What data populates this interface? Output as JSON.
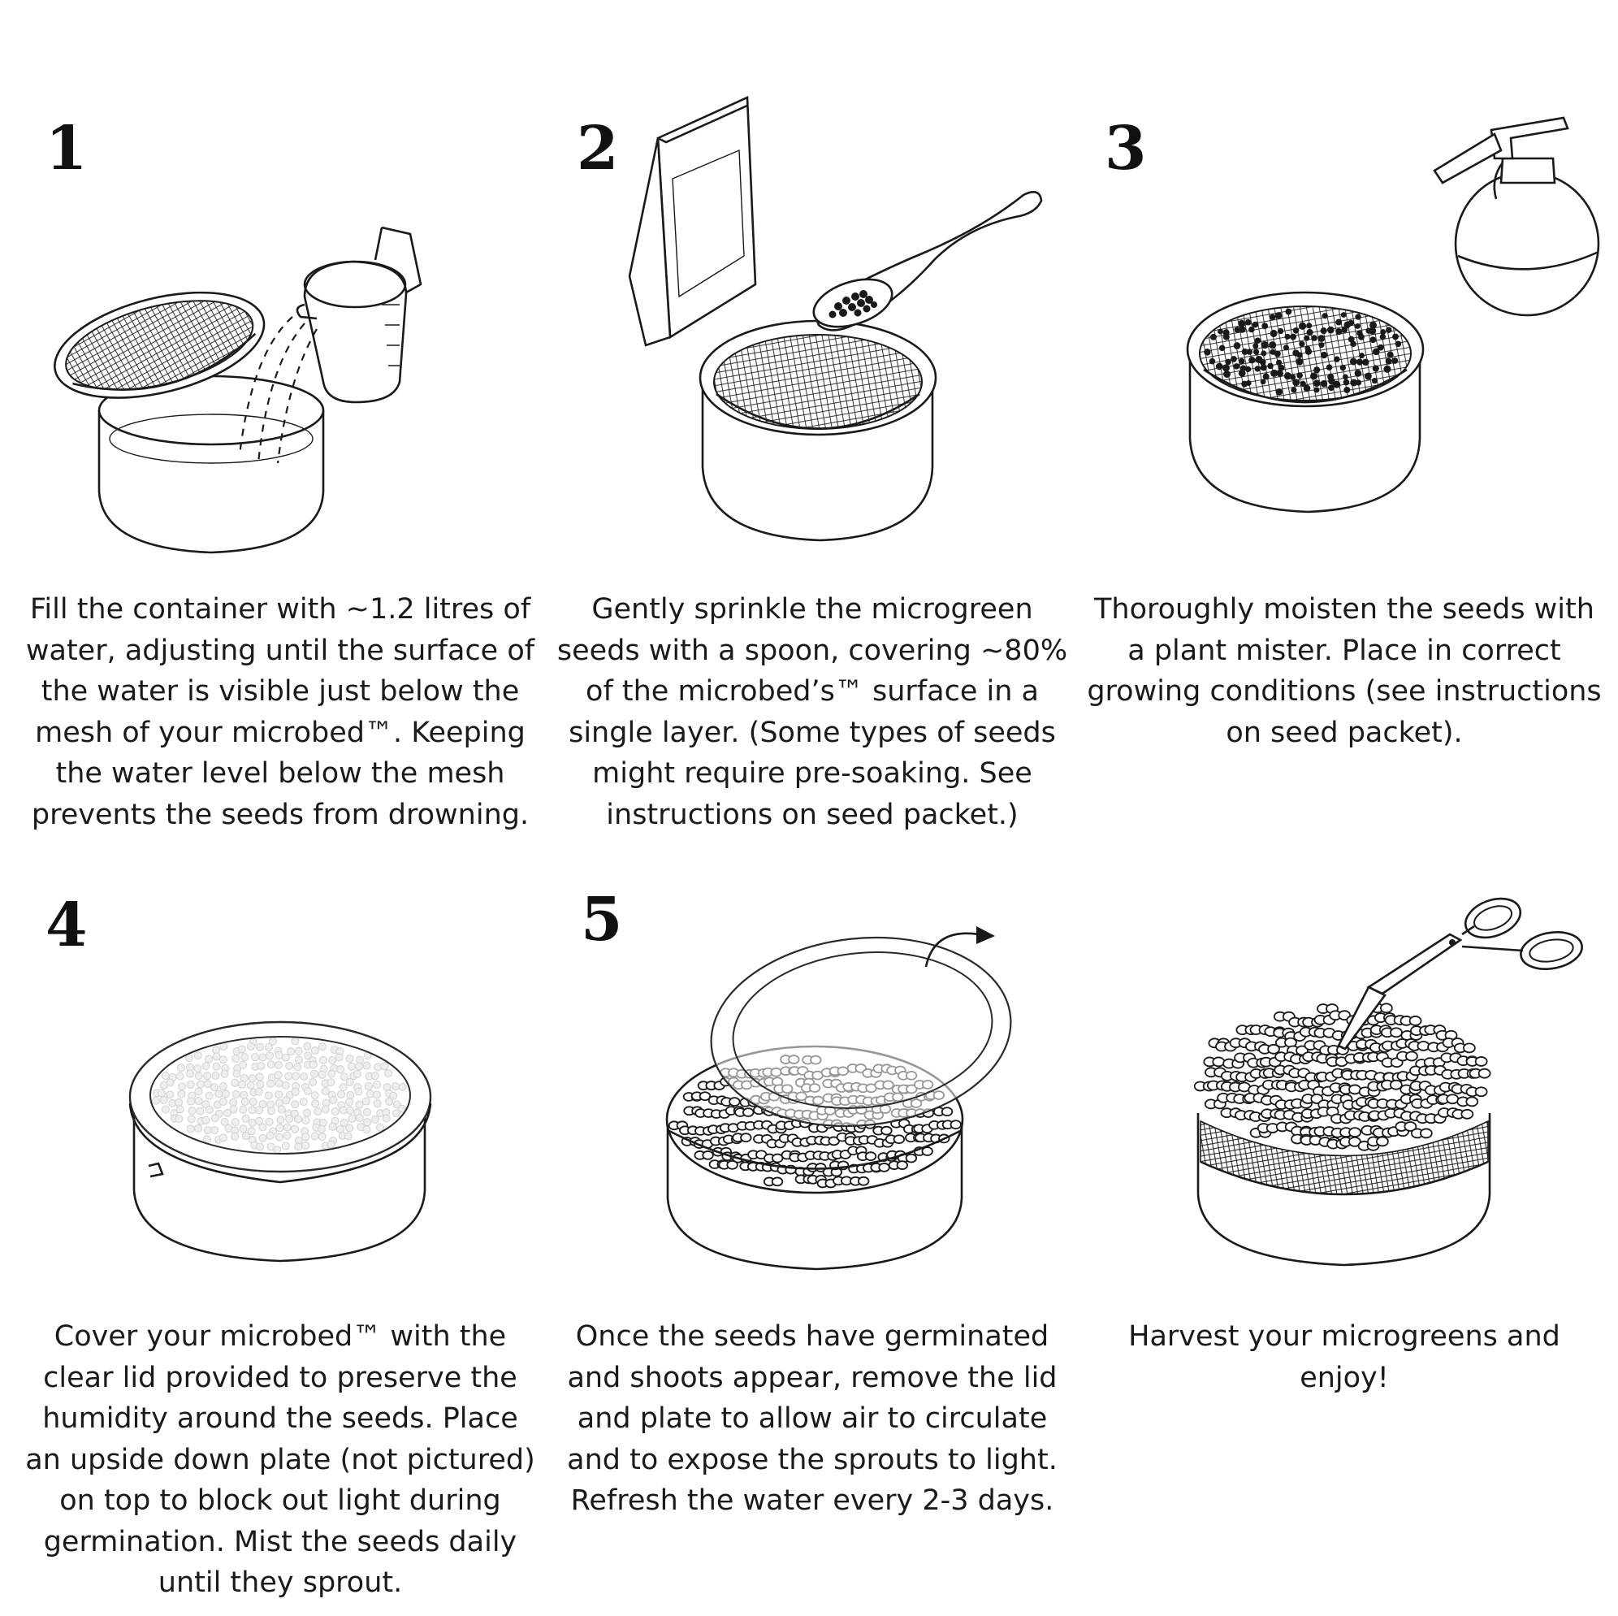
{
  "steps": [
    {
      "number": "1",
      "caption": "Fill the container with ~1.2 litres of water, adjusting until the surface of the water is visible just below the mesh of your microbed™. Keeping the water level below the mesh prevents the seeds from drowning."
    },
    {
      "number": "2",
      "caption": "Gently sprinkle the microgreen seeds with a spoon, covering ~80% of the microbed’s™ surface in a single layer. (Some types of seeds might require pre-soaking. See instructions on seed packet.)"
    },
    {
      "number": "3",
      "caption": "Thoroughly moisten the seeds with a plant mister. Place in correct growing conditions (see instructions on seed packet)."
    },
    {
      "number": "4",
      "caption": "Cover your microbed™ with the clear lid provided to preserve the humidity around the seeds. Place an upside down plate (not pictured) on top to block out light during germination. Mist the seeds daily until they sprout."
    },
    {
      "number": "5",
      "caption": "Once the seeds have germinated and shoots appear, remove the lid and plate to allow air to circulate and to expose the sprouts to light. Refresh the water every 2-3 days."
    },
    {
      "number": "",
      "caption": "Harvest your microgreens and enjoy!"
    }
  ],
  "icons": {
    "step1": "container-with-mesh-and-pouring-jug-icon",
    "step2": "seed-packet-and-spoon-icon",
    "step3": "plant-mister-icon",
    "step4": "lidded-microbed-icon",
    "step5": "lid-removal-icon",
    "step6": "scissors-harvest-icon"
  },
  "colors": {
    "ink": "#1a1a1a",
    "background": "#ffffff"
  }
}
